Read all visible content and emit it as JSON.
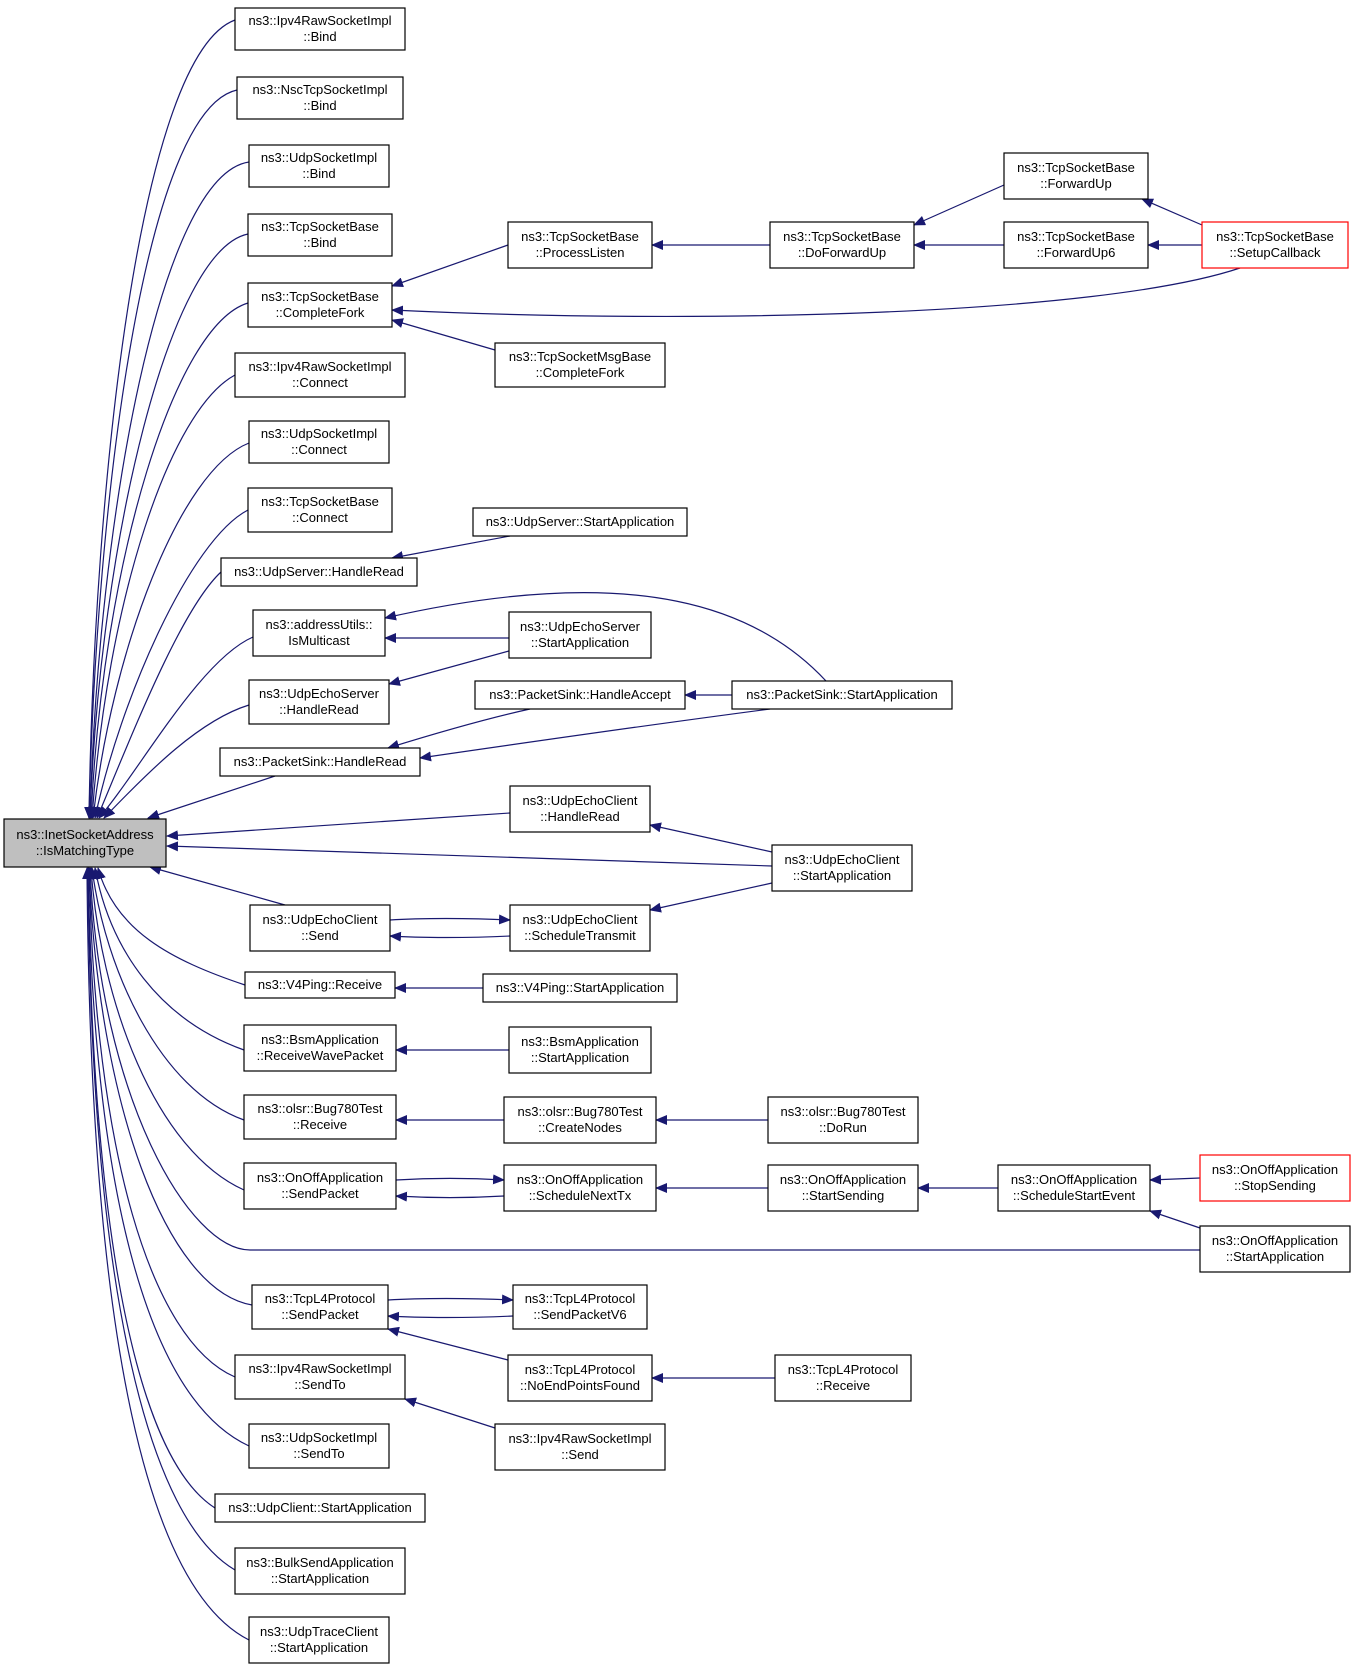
{
  "diagram": {
    "type": "caller-graph",
    "colors": {
      "edge": "#191970",
      "root_fill": "#bfbfbf",
      "node_border": "#000000",
      "truncated_border": "#ff0000"
    },
    "nodes": [
      {
        "id": "root",
        "lines": [
          "ns3::InetSocketAddress",
          "::IsMatchingType"
        ],
        "style": "root"
      },
      {
        "id": "ipv4raw_bind",
        "lines": [
          "ns3::Ipv4RawSocketImpl",
          "::Bind"
        ]
      },
      {
        "id": "nsctcp_bind",
        "lines": [
          "ns3::NscTcpSocketImpl",
          "::Bind"
        ]
      },
      {
        "id": "udpsock_bind",
        "lines": [
          "ns3::UdpSocketImpl",
          "::Bind"
        ]
      },
      {
        "id": "tcpbase_bind",
        "lines": [
          "ns3::TcpSocketBase",
          "::Bind"
        ]
      },
      {
        "id": "tcpbase_completefork",
        "lines": [
          "ns3::TcpSocketBase",
          "::CompleteFork"
        ]
      },
      {
        "id": "ipv4raw_connect",
        "lines": [
          "ns3::Ipv4RawSocketImpl",
          "::Connect"
        ]
      },
      {
        "id": "udpsock_connect",
        "lines": [
          "ns3::UdpSocketImpl",
          "::Connect"
        ]
      },
      {
        "id": "tcpbase_connect",
        "lines": [
          "ns3::TcpSocketBase",
          "::Connect"
        ]
      },
      {
        "id": "udpserver_handleread",
        "lines": [
          "ns3::UdpServer::HandleRead"
        ]
      },
      {
        "id": "addressutils_ismulticast",
        "lines": [
          "ns3::addressUtils::",
          "IsMulticast"
        ]
      },
      {
        "id": "udpechoserver_handleread",
        "lines": [
          "ns3::UdpEchoServer",
          "::HandleRead"
        ]
      },
      {
        "id": "packetsink_handleread",
        "lines": [
          "ns3::PacketSink::HandleRead"
        ]
      },
      {
        "id": "udpechoclient_send",
        "lines": [
          "ns3::UdpEchoClient",
          "::Send"
        ]
      },
      {
        "id": "v4ping_receive",
        "lines": [
          "ns3::V4Ping::Receive"
        ]
      },
      {
        "id": "bsm_receivewavepacket",
        "lines": [
          "ns3::BsmApplication",
          "::ReceiveWavePacket"
        ]
      },
      {
        "id": "olsr_receive",
        "lines": [
          "ns3::olsr::Bug780Test",
          "::Receive"
        ]
      },
      {
        "id": "onoff_sendpacket",
        "lines": [
          "ns3::OnOffApplication",
          "::SendPacket"
        ]
      },
      {
        "id": "tcpl4_sendpacket",
        "lines": [
          "ns3::TcpL4Protocol",
          "::SendPacket"
        ]
      },
      {
        "id": "ipv4raw_sendto",
        "lines": [
          "ns3::Ipv4RawSocketImpl",
          "::SendTo"
        ]
      },
      {
        "id": "udpsock_sendto",
        "lines": [
          "ns3::UdpSocketImpl",
          "::SendTo"
        ]
      },
      {
        "id": "udpclient_startapp",
        "lines": [
          "ns3::UdpClient::StartApplication"
        ]
      },
      {
        "id": "bulksend_startapp",
        "lines": [
          "ns3::BulkSendApplication",
          "::StartApplication"
        ]
      },
      {
        "id": "udptrace_startapp",
        "lines": [
          "ns3::UdpTraceClient",
          "::StartApplication"
        ]
      },
      {
        "id": "tcpbase_processlisten",
        "lines": [
          "ns3::TcpSocketBase",
          "::ProcessListen"
        ]
      },
      {
        "id": "tcpmsg_completefork",
        "lines": [
          "ns3::TcpSocketMsgBase",
          "::CompleteFork"
        ]
      },
      {
        "id": "udpserver_startapp",
        "lines": [
          "ns3::UdpServer::StartApplication"
        ]
      },
      {
        "id": "udpechoserver_startapp",
        "lines": [
          "ns3::UdpEchoServer",
          "::StartApplication"
        ]
      },
      {
        "id": "packetsink_handleaccept",
        "lines": [
          "ns3::PacketSink::HandleAccept"
        ]
      },
      {
        "id": "udpechoclient_handleread",
        "lines": [
          "ns3::UdpEchoClient",
          "::HandleRead"
        ]
      },
      {
        "id": "udpechoclient_scheduletransmit",
        "lines": [
          "ns3::UdpEchoClient",
          "::ScheduleTransmit"
        ]
      },
      {
        "id": "v4ping_startapp",
        "lines": [
          "ns3::V4Ping::StartApplication"
        ]
      },
      {
        "id": "bsm_startapp",
        "lines": [
          "ns3::BsmApplication",
          "::StartApplication"
        ]
      },
      {
        "id": "olsr_createnodes",
        "lines": [
          "ns3::olsr::Bug780Test",
          "::CreateNodes"
        ]
      },
      {
        "id": "onoff_schedulenexttx",
        "lines": [
          "ns3::OnOffApplication",
          "::ScheduleNextTx"
        ]
      },
      {
        "id": "tcpl4_sendpacketv6",
        "lines": [
          "ns3::TcpL4Protocol",
          "::SendPacketV6"
        ]
      },
      {
        "id": "tcpl4_noendpointsfound",
        "lines": [
          "ns3::TcpL4Protocol",
          "::NoEndPointsFound"
        ]
      },
      {
        "id": "ipv4raw_send",
        "lines": [
          "ns3::Ipv4RawSocketImpl",
          "::Send"
        ]
      },
      {
        "id": "tcpbase_doforwardup",
        "lines": [
          "ns3::TcpSocketBase",
          "::DoForwardUp"
        ]
      },
      {
        "id": "packetsink_startapp",
        "lines": [
          "ns3::PacketSink::StartApplication"
        ]
      },
      {
        "id": "udpechoclient_startapp",
        "lines": [
          "ns3::UdpEchoClient",
          "::StartApplication"
        ]
      },
      {
        "id": "olsr_dorun",
        "lines": [
          "ns3::olsr::Bug780Test",
          "::DoRun"
        ]
      },
      {
        "id": "onoff_startsending",
        "lines": [
          "ns3::OnOffApplication",
          "::StartSending"
        ]
      },
      {
        "id": "tcpl4_receive",
        "lines": [
          "ns3::TcpL4Protocol",
          "::Receive"
        ]
      },
      {
        "id": "tcpbase_forwardup",
        "lines": [
          "ns3::TcpSocketBase",
          "::ForwardUp"
        ]
      },
      {
        "id": "tcpbase_forwardup6",
        "lines": [
          "ns3::TcpSocketBase",
          "::ForwardUp6"
        ]
      },
      {
        "id": "onoff_schedulestartevent",
        "lines": [
          "ns3::OnOffApplication",
          "::ScheduleStartEvent"
        ]
      },
      {
        "id": "tcpbase_setupcallback",
        "lines": [
          "ns3::TcpSocketBase",
          "::SetupCallback"
        ],
        "style": "red"
      },
      {
        "id": "onoff_stopsending",
        "lines": [
          "ns3::OnOffApplication",
          "::StopSending"
        ],
        "style": "red"
      },
      {
        "id": "onoff_startapp",
        "lines": [
          "ns3::OnOffApplication",
          "::StartApplication"
        ]
      }
    ],
    "edges": [
      {
        "from": "ipv4raw_bind",
        "to": "root"
      },
      {
        "from": "nsctcp_bind",
        "to": "root"
      },
      {
        "from": "udpsock_bind",
        "to": "root"
      },
      {
        "from": "tcpbase_bind",
        "to": "root"
      },
      {
        "from": "tcpbase_completefork",
        "to": "root"
      },
      {
        "from": "ipv4raw_connect",
        "to": "root"
      },
      {
        "from": "udpsock_connect",
        "to": "root"
      },
      {
        "from": "tcpbase_connect",
        "to": "root"
      },
      {
        "from": "udpserver_handleread",
        "to": "root"
      },
      {
        "from": "addressutils_ismulticast",
        "to": "root"
      },
      {
        "from": "udpechoserver_handleread",
        "to": "root"
      },
      {
        "from": "packetsink_handleread",
        "to": "root"
      },
      {
        "from": "udpechoclient_handleread",
        "to": "root"
      },
      {
        "from": "udpechoclient_startapp",
        "to": "root"
      },
      {
        "from": "udpechoclient_send",
        "to": "root"
      },
      {
        "from": "v4ping_receive",
        "to": "root"
      },
      {
        "from": "bsm_receivewavepacket",
        "to": "root"
      },
      {
        "from": "olsr_receive",
        "to": "root"
      },
      {
        "from": "onoff_sendpacket",
        "to": "root"
      },
      {
        "from": "onoff_startapp",
        "to": "root"
      },
      {
        "from": "tcpl4_sendpacket",
        "to": "root"
      },
      {
        "from": "ipv4raw_sendto",
        "to": "root"
      },
      {
        "from": "udpsock_sendto",
        "to": "root"
      },
      {
        "from": "udpclient_startapp",
        "to": "root"
      },
      {
        "from": "bulksend_startapp",
        "to": "root"
      },
      {
        "from": "udptrace_startapp",
        "to": "root"
      },
      {
        "from": "tcpbase_processlisten",
        "to": "tcpbase_completefork"
      },
      {
        "from": "tcpbase_setupcallback",
        "to": "tcpbase_completefork"
      },
      {
        "from": "tcpmsg_completefork",
        "to": "tcpbase_completefork"
      },
      {
        "from": "tcpbase_doforwardup",
        "to": "tcpbase_processlisten"
      },
      {
        "from": "tcpbase_forwardup",
        "to": "tcpbase_doforwardup"
      },
      {
        "from": "tcpbase_forwardup6",
        "to": "tcpbase_doforwardup"
      },
      {
        "from": "tcpbase_setupcallback",
        "to": "tcpbase_forwardup"
      },
      {
        "from": "tcpbase_setupcallback",
        "to": "tcpbase_forwardup6"
      },
      {
        "from": "udpserver_startapp",
        "to": "udpserver_handleread"
      },
      {
        "from": "packetsink_startapp",
        "to": "addressutils_ismulticast"
      },
      {
        "from": "udpechoserver_startapp",
        "to": "addressutils_ismulticast"
      },
      {
        "from": "udpechoserver_startapp",
        "to": "udpechoserver_handleread"
      },
      {
        "from": "packetsink_startapp",
        "to": "packetsink_handleaccept"
      },
      {
        "from": "packetsink_handleaccept",
        "to": "packetsink_handleread"
      },
      {
        "from": "packetsink_startapp",
        "to": "packetsink_handleread"
      },
      {
        "from": "udpechoclient_startapp",
        "to": "udpechoclient_handleread"
      },
      {
        "from": "udpechoclient_startapp",
        "to": "udpechoclient_scheduletransmit"
      },
      {
        "from": "udpechoclient_send",
        "to": "udpechoclient_scheduletransmit"
      },
      {
        "from": "udpechoclient_scheduletransmit",
        "to": "udpechoclient_send"
      },
      {
        "from": "v4ping_startapp",
        "to": "v4ping_receive"
      },
      {
        "from": "bsm_startapp",
        "to": "bsm_receivewavepacket"
      },
      {
        "from": "olsr_createnodes",
        "to": "olsr_receive"
      },
      {
        "from": "olsr_dorun",
        "to": "olsr_createnodes"
      },
      {
        "from": "onoff_sendpacket",
        "to": "onoff_schedulenexttx"
      },
      {
        "from": "onoff_schedulenexttx",
        "to": "onoff_sendpacket"
      },
      {
        "from": "onoff_startsending",
        "to": "onoff_schedulenexttx"
      },
      {
        "from": "onoff_schedulestartevent",
        "to": "onoff_startsending"
      },
      {
        "from": "onoff_stopsending",
        "to": "onoff_schedulestartevent"
      },
      {
        "from": "onoff_startapp",
        "to": "onoff_schedulestartevent"
      },
      {
        "from": "tcpl4_sendpacket",
        "to": "tcpl4_sendpacketv6"
      },
      {
        "from": "tcpl4_sendpacketv6",
        "to": "tcpl4_sendpacket"
      },
      {
        "from": "tcpl4_noendpointsfound",
        "to": "tcpl4_sendpacket"
      },
      {
        "from": "tcpl4_receive",
        "to": "tcpl4_noendpointsfound"
      },
      {
        "from": "ipv4raw_send",
        "to": "ipv4raw_sendto"
      }
    ]
  }
}
